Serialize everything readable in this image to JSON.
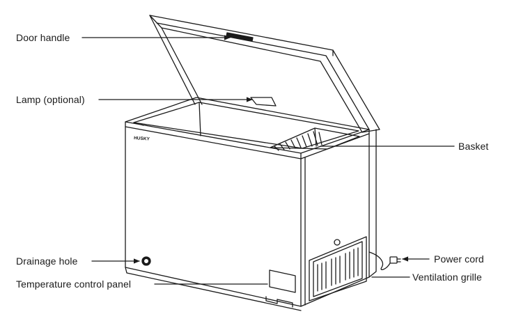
{
  "brand": "HUSKY",
  "labels": {
    "door_handle": "Door handle",
    "lamp": "Lamp (optional)",
    "drainage_hole": "Drainage hole",
    "temperature_control_panel": "Temperature control panel",
    "basket": "Basket",
    "power_cord": "Power cord",
    "ventilation_grille": "Ventilation grille"
  },
  "colors": {
    "line": "#1a1a1a",
    "background": "#ffffff"
  }
}
